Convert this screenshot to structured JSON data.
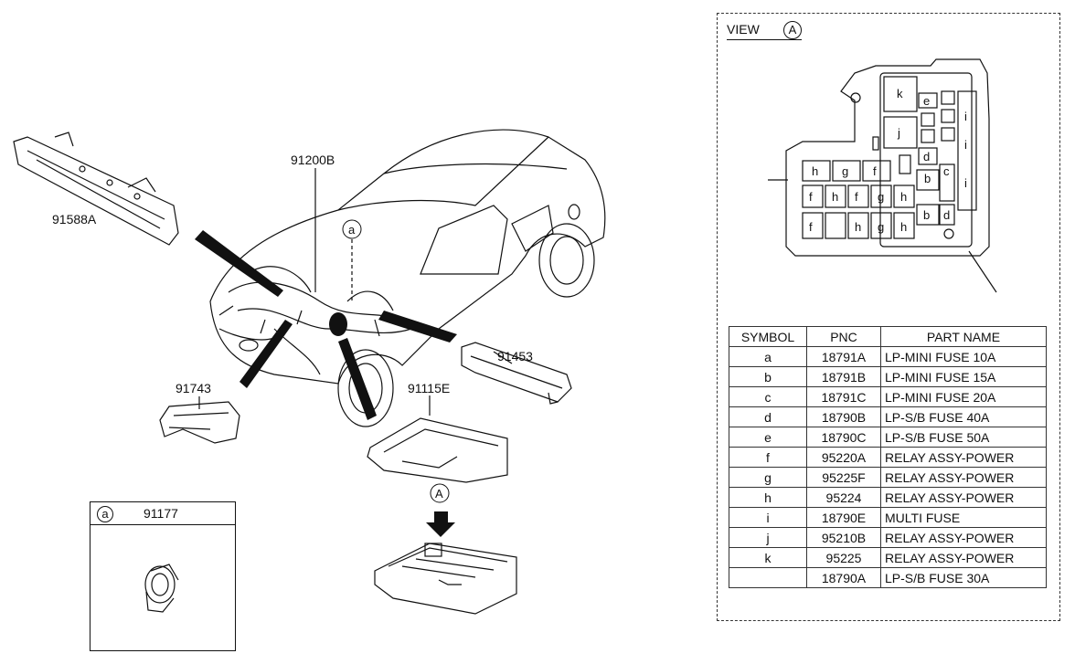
{
  "labels": {
    "part_91588A": "91588A",
    "part_91200B": "91200B",
    "part_91453": "91453",
    "part_91743": "91743",
    "part_91115E": "91115E",
    "callout_a": "a",
    "callout_A": "A"
  },
  "callout": {
    "symbol": "a",
    "part_number": "91177"
  },
  "view": {
    "title": "VIEW",
    "symbol": "A",
    "fuse_box_cells": [
      "k",
      "e",
      "j",
      "d",
      "b",
      "c",
      "h",
      "g",
      "f",
      "f",
      "h",
      "f",
      "g",
      "h",
      "b",
      "d",
      "f",
      "h",
      "g",
      "h",
      "i",
      "i",
      "i"
    ]
  },
  "parts_table": {
    "headers": [
      "SYMBOL",
      "PNC",
      "PART NAME"
    ],
    "rows": [
      {
        "symbol": "a",
        "pnc": "18791A",
        "name": "LP-MINI FUSE 10A"
      },
      {
        "symbol": "b",
        "pnc": "18791B",
        "name": "LP-MINI FUSE 15A"
      },
      {
        "symbol": "c",
        "pnc": "18791C",
        "name": "LP-MINI FUSE 20A"
      },
      {
        "symbol": "d",
        "pnc": "18790B",
        "name": "LP-S/B FUSE 40A"
      },
      {
        "symbol": "e",
        "pnc": "18790C",
        "name": "LP-S/B FUSE 50A"
      },
      {
        "symbol": "f",
        "pnc": "95220A",
        "name": "RELAY ASSY-POWER"
      },
      {
        "symbol": "g",
        "pnc": "95225F",
        "name": "RELAY ASSY-POWER"
      },
      {
        "symbol": "h",
        "pnc": "95224",
        "name": "RELAY ASSY-POWER"
      },
      {
        "symbol": "i",
        "pnc": "18790E",
        "name": "MULTI FUSE"
      },
      {
        "symbol": "j",
        "pnc": "95210B",
        "name": "RELAY ASSY-POWER"
      },
      {
        "symbol": "k",
        "pnc": "95225",
        "name": "RELAY ASSY-POWER"
      },
      {
        "symbol": "",
        "pnc": "18790A",
        "name": "LP-S/B FUSE 30A"
      }
    ]
  }
}
